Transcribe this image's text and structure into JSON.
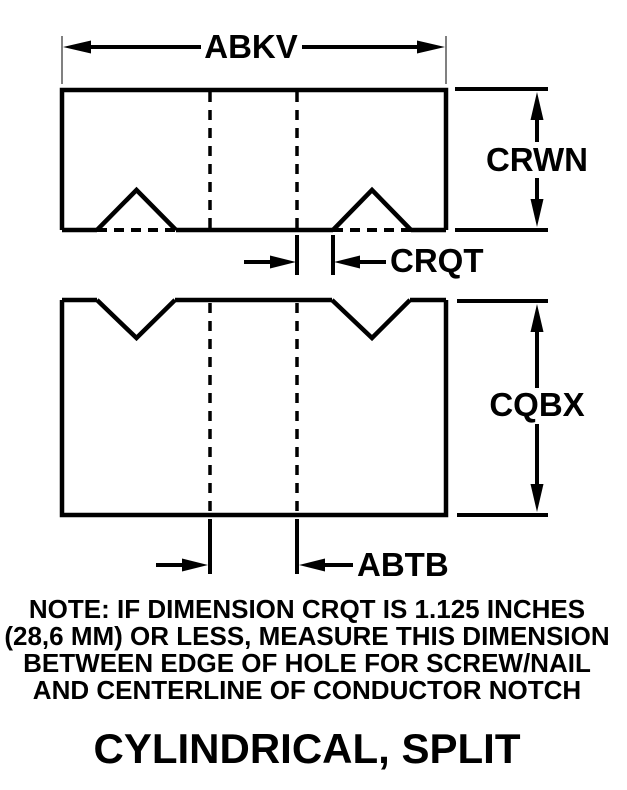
{
  "colors": {
    "ink": "#000000",
    "background": "#ffffff"
  },
  "diagram": {
    "labels": {
      "abkv": "ABKV",
      "crwn": "CRWN",
      "crqt": "CRQT",
      "cqbx": "CQBX",
      "abtb": "ABTB"
    }
  },
  "note": {
    "lines": [
      "NOTE: IF DIMENSION CRQT IS 1.125 INCHES",
      "(28,6 MM) OR LESS, MEASURE THIS DIMENSION",
      "BETWEEN EDGE OF HOLE FOR SCREW/NAIL",
      "AND CENTERLINE OF CONDUCTOR NOTCH"
    ]
  },
  "title": "CYLINDRICAL, SPLIT"
}
